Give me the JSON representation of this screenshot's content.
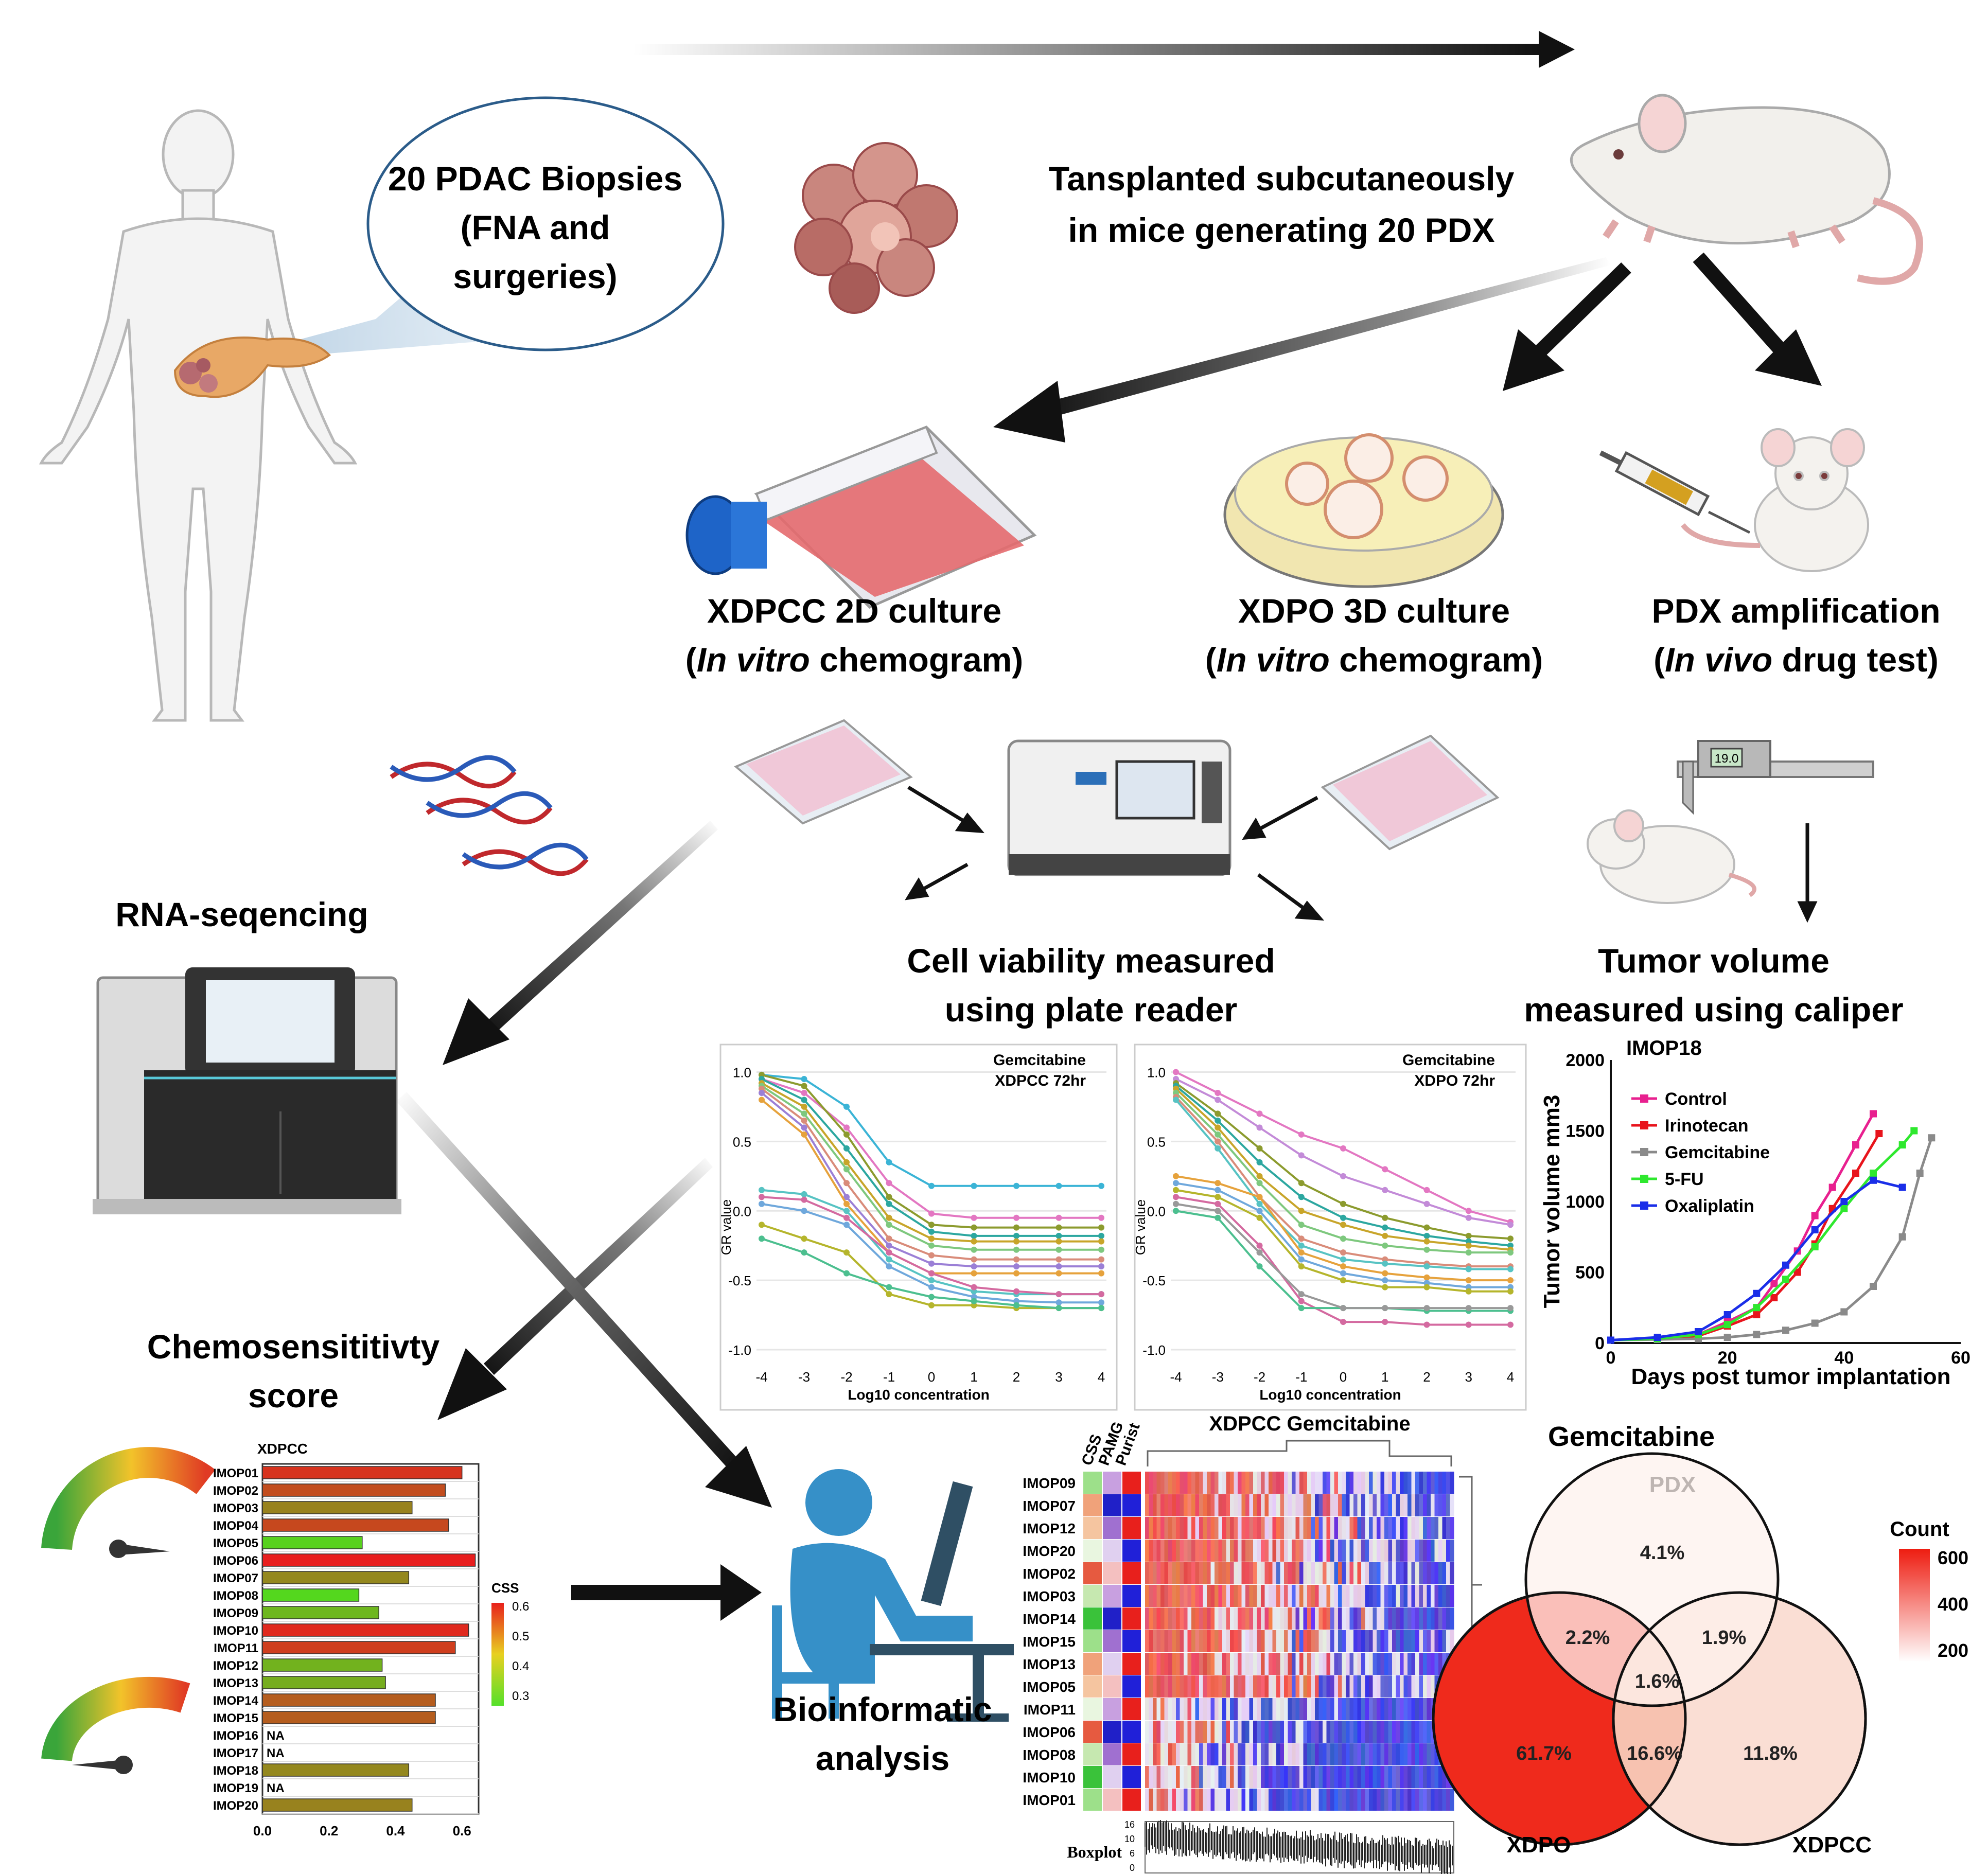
{
  "biopsy": {
    "line1": "20 PDAC Biopsies",
    "line2": "(FNA and",
    "line3": "surgeries)"
  },
  "transplant": {
    "line1": "Tansplanted subcutaneously",
    "line2": "in mice generating 20 PDX"
  },
  "cultures": {
    "xdpcc_title": "XDPCC 2D culture",
    "xdpo_title": "XDPO 3D culture",
    "pdx_title": "PDX amplification",
    "in_vitro": "In vitro",
    "in_vivo": "In vivo",
    "chemogram": "chemogram)",
    "drug_test": "drug test)",
    "open_paren": "("
  },
  "rnaseq": {
    "label": "RNA-seqencing"
  },
  "viability": {
    "line1": "Cell viability measured",
    "line2": "using plate reader"
  },
  "tumor": {
    "line1": "Tumor volume",
    "line2": "measured using caliper"
  },
  "chemo": {
    "line1": "Chemosensititivty",
    "line2": "score"
  },
  "bioinfo": {
    "line1": "Bioinformatic",
    "line2": "analysis"
  },
  "caliper_display": "19.0",
  "colors": {
    "arrow": "#1a1a1a",
    "venn_xdpo": "#ef2a1c",
    "heat_red": "#e8302c",
    "heat_blue": "#2222d8"
  },
  "chart_data": [
    {
      "type": "line",
      "title": "Gemcitabine",
      "subtitle": "XDPCC 72hr",
      "xlabel": "Log10 concentration",
      "ylabel": "GR value",
      "x": [
        -4,
        -3,
        -2,
        -1,
        0,
        1,
        2,
        3,
        4
      ],
      "xticks": [
        "-4",
        "-3",
        "-2",
        "-1",
        "0",
        "1",
        "2",
        "3",
        "4"
      ],
      "yticks": [
        "1.0",
        "0.5",
        "0.0",
        "-0.5",
        "-1.0"
      ],
      "ylim": [
        -1.1,
        1.05
      ],
      "colors": [
        "#3bb4d6",
        "#e377c2",
        "#8c9b2e",
        "#2ca7a0",
        "#c8a52a",
        "#7ec87e",
        "#d98c7a",
        "#9b7fd6",
        "#e6a23c",
        "#57c3c3",
        "#d46aa0",
        "#6fa8dc",
        "#b5b52c",
        "#4cbf8f"
      ],
      "series": [
        {
          "values": [
            0.98,
            0.95,
            0.75,
            0.35,
            0.18,
            0.18,
            0.18,
            0.18,
            0.18
          ]
        },
        {
          "values": [
            0.95,
            0.85,
            0.6,
            0.2,
            -0.02,
            -0.05,
            -0.05,
            -0.05,
            -0.05
          ]
        },
        {
          "values": [
            0.98,
            0.9,
            0.55,
            0.1,
            -0.1,
            -0.12,
            -0.12,
            -0.12,
            -0.12
          ]
        },
        {
          "values": [
            0.95,
            0.8,
            0.45,
            0.05,
            -0.15,
            -0.18,
            -0.18,
            -0.18,
            -0.18
          ]
        },
        {
          "values": [
            0.92,
            0.75,
            0.35,
            -0.05,
            -0.2,
            -0.22,
            -0.22,
            -0.22,
            -0.22
          ]
        },
        {
          "values": [
            0.9,
            0.7,
            0.3,
            -0.1,
            -0.25,
            -0.28,
            -0.28,
            -0.28,
            -0.28
          ]
        },
        {
          "values": [
            0.88,
            0.65,
            0.2,
            -0.2,
            -0.32,
            -0.35,
            -0.35,
            -0.35,
            -0.35
          ]
        },
        {
          "values": [
            0.85,
            0.6,
            0.1,
            -0.25,
            -0.38,
            -0.4,
            -0.4,
            -0.4,
            -0.4
          ]
        },
        {
          "values": [
            0.8,
            0.55,
            0.05,
            -0.3,
            -0.45,
            -0.45,
            -0.45,
            -0.45,
            -0.45
          ]
        },
        {
          "values": [
            0.15,
            0.12,
            0.0,
            -0.35,
            -0.5,
            -0.58,
            -0.6,
            -0.6,
            -0.6
          ]
        },
        {
          "values": [
            0.1,
            0.08,
            -0.05,
            -0.3,
            -0.45,
            -0.55,
            -0.58,
            -0.6,
            -0.6
          ]
        },
        {
          "values": [
            0.05,
            0.0,
            -0.1,
            -0.4,
            -0.55,
            -0.62,
            -0.65,
            -0.66,
            -0.66
          ]
        },
        {
          "values": [
            -0.1,
            -0.2,
            -0.3,
            -0.6,
            -0.68,
            -0.68,
            -0.7,
            -0.7,
            -0.7
          ]
        },
        {
          "values": [
            -0.2,
            -0.3,
            -0.45,
            -0.55,
            -0.62,
            -0.65,
            -0.68,
            -0.7,
            -0.7
          ]
        }
      ]
    },
    {
      "type": "line",
      "title": "Gemcitabine",
      "subtitle": "XDPO 72hr",
      "xlabel": "Log10 concentration",
      "ylabel": "GR value",
      "x": [
        -4,
        -3,
        -2,
        -1,
        0,
        1,
        2,
        3,
        4
      ],
      "xticks": [
        "-4",
        "-3",
        "-2",
        "-1",
        "0",
        "1",
        "2",
        "3",
        "4"
      ],
      "yticks": [
        "1.0",
        "0.5",
        "0.0",
        "-0.5",
        "-1.0"
      ],
      "ylim": [
        -1.1,
        1.05
      ],
      "colors": [
        "#e377c2",
        "#c38bd8",
        "#8c9b2e",
        "#2ca7a0",
        "#c8a52a",
        "#7ec87e",
        "#d98c7a",
        "#57c3c3",
        "#e6a23c",
        "#6fa8dc",
        "#b5b52c",
        "#d46aa0",
        "#4cbf8f",
        "#999999"
      ],
      "series": [
        {
          "values": [
            1.0,
            0.85,
            0.7,
            0.55,
            0.45,
            0.3,
            0.15,
            0.0,
            -0.08
          ]
        },
        {
          "values": [
            0.95,
            0.8,
            0.6,
            0.4,
            0.25,
            0.15,
            0.05,
            -0.05,
            -0.1
          ]
        },
        {
          "values": [
            0.92,
            0.7,
            0.45,
            0.2,
            0.05,
            -0.05,
            -0.12,
            -0.18,
            -0.2
          ]
        },
        {
          "values": [
            0.9,
            0.65,
            0.35,
            0.1,
            -0.05,
            -0.12,
            -0.18,
            -0.22,
            -0.25
          ]
        },
        {
          "values": [
            0.88,
            0.6,
            0.25,
            0.0,
            -0.1,
            -0.18,
            -0.22,
            -0.25,
            -0.28
          ]
        },
        {
          "values": [
            0.85,
            0.55,
            0.2,
            -0.1,
            -0.2,
            -0.25,
            -0.28,
            -0.3,
            -0.3
          ]
        },
        {
          "values": [
            0.82,
            0.5,
            0.1,
            -0.2,
            -0.3,
            -0.35,
            -0.38,
            -0.4,
            -0.4
          ]
        },
        {
          "values": [
            0.8,
            0.45,
            0.05,
            -0.25,
            -0.35,
            -0.38,
            -0.4,
            -0.42,
            -0.42
          ]
        },
        {
          "values": [
            0.25,
            0.2,
            0.1,
            -0.3,
            -0.4,
            -0.45,
            -0.48,
            -0.5,
            -0.5
          ]
        },
        {
          "values": [
            0.2,
            0.15,
            0.0,
            -0.35,
            -0.45,
            -0.5,
            -0.52,
            -0.55,
            -0.55
          ]
        },
        {
          "values": [
            0.15,
            0.1,
            -0.05,
            -0.4,
            -0.5,
            -0.55,
            -0.55,
            -0.58,
            -0.58
          ]
        },
        {
          "values": [
            0.1,
            0.05,
            -0.25,
            -0.65,
            -0.8,
            -0.8,
            -0.82,
            -0.82,
            -0.82
          ]
        },
        {
          "values": [
            0.0,
            -0.05,
            -0.4,
            -0.7,
            -0.7,
            -0.7,
            -0.72,
            -0.72,
            -0.72
          ]
        },
        {
          "values": [
            0.05,
            0.0,
            -0.3,
            -0.6,
            -0.7,
            -0.7,
            -0.7,
            -0.7,
            -0.7
          ]
        }
      ]
    },
    {
      "type": "scatter",
      "title": "IMOP18",
      "xlabel": "Days post tumor implantation",
      "ylabel": "Tumor volume mm3",
      "xticks": [
        "0",
        "20",
        "40",
        "60"
      ],
      "yticks": [
        "0",
        "500",
        "1000",
        "1500",
        "2000"
      ],
      "xlim": [
        0,
        60
      ],
      "ylim": [
        0,
        2000
      ],
      "series": [
        {
          "name": "Control",
          "color": "#e8208f",
          "marker": "circle",
          "x": [
            0,
            8,
            15,
            20,
            25,
            28,
            32,
            35,
            38,
            42,
            45
          ],
          "y": [
            20,
            30,
            60,
            150,
            250,
            420,
            650,
            900,
            1100,
            1400,
            1620
          ]
        },
        {
          "name": "Irinotecan",
          "color": "#e8141c",
          "marker": "square",
          "x": [
            0,
            8,
            15,
            20,
            25,
            28,
            32,
            35,
            38,
            42,
            46
          ],
          "y": [
            20,
            30,
            50,
            120,
            200,
            320,
            500,
            700,
            950,
            1200,
            1480
          ]
        },
        {
          "name": "Gemcitabine",
          "color": "#8a8a8a",
          "marker": "triangle",
          "x": [
            0,
            8,
            15,
            20,
            25,
            30,
            35,
            40,
            45,
            50,
            53,
            55
          ],
          "y": [
            20,
            25,
            30,
            40,
            60,
            90,
            140,
            220,
            400,
            750,
            1200,
            1450
          ]
        },
        {
          "name": "5-FU",
          "color": "#2ee82e",
          "marker": "triangle-down",
          "x": [
            0,
            8,
            15,
            20,
            25,
            30,
            35,
            40,
            45,
            50,
            52
          ],
          "y": [
            20,
            30,
            60,
            130,
            250,
            450,
            680,
            950,
            1200,
            1400,
            1500
          ]
        },
        {
          "name": "Oxaliplatin",
          "color": "#1a2ee8",
          "marker": "diamond",
          "x": [
            0,
            8,
            15,
            20,
            25,
            30,
            35,
            40,
            45,
            50
          ],
          "y": [
            20,
            40,
            80,
            200,
            350,
            550,
            800,
            1000,
            1150,
            1100
          ]
        }
      ]
    },
    {
      "type": "bar",
      "title": "XDPCC",
      "categories": [
        "IMOP01",
        "IMOP02",
        "IMOP03",
        "IMOP04",
        "IMOP05",
        "IMOP06",
        "IMOP07",
        "IMOP08",
        "IMOP09",
        "IMOP10",
        "IMOP11",
        "IMOP12",
        "IMOP13",
        "IMOP14",
        "IMOP15",
        "IMOP16",
        "IMOP17",
        "IMOP18",
        "IMOP19",
        "IMOP20"
      ],
      "values": [
        0.6,
        0.55,
        0.45,
        0.56,
        0.3,
        0.64,
        0.44,
        0.29,
        0.35,
        0.62,
        0.58,
        0.36,
        0.37,
        0.52,
        0.52,
        null,
        null,
        0.44,
        null,
        0.45
      ],
      "na_label": "NA",
      "xticks": [
        "0.0",
        "0.2",
        "0.4",
        "0.6"
      ],
      "xlim": [
        0,
        0.65
      ],
      "legend_title": "CSS",
      "legend_ticks": [
        "0.6",
        "0.5",
        "0.4",
        "0.3"
      ]
    },
    {
      "type": "heatmap",
      "title": "XDPCC Gemcitabine",
      "annotations": [
        "CSS",
        "PAMG",
        "Purist"
      ],
      "rows": [
        "IMOP09",
        "IMOP07",
        "IMOP12",
        "IMOP20",
        "IMOP02",
        "IMOP03",
        "IMOP14",
        "IMOP15",
        "IMOP13",
        "IMOP05",
        "IMOP11",
        "IMOP06",
        "IMOP08",
        "IMOP10",
        "IMOP01"
      ],
      "boxplot_label": "Boxplot",
      "boxplot_ticks": [
        "16",
        "10",
        "6",
        "0"
      ]
    },
    {
      "type": "venn",
      "title": "Gemcitabine",
      "sets": [
        "PDX",
        "XDPO",
        "XDPCC"
      ],
      "regions": {
        "PDX": "4.1%",
        "PDX_XDPO": "2.2%",
        "PDX_XDPCC": "1.9%",
        "all": "1.6%",
        "XDPO": "61.7%",
        "XDPO_XDPCC": "16.6%",
        "XDPCC": "11.8%"
      },
      "legend_title": "Count",
      "legend_ticks": [
        "600",
        "400",
        "200"
      ]
    }
  ]
}
